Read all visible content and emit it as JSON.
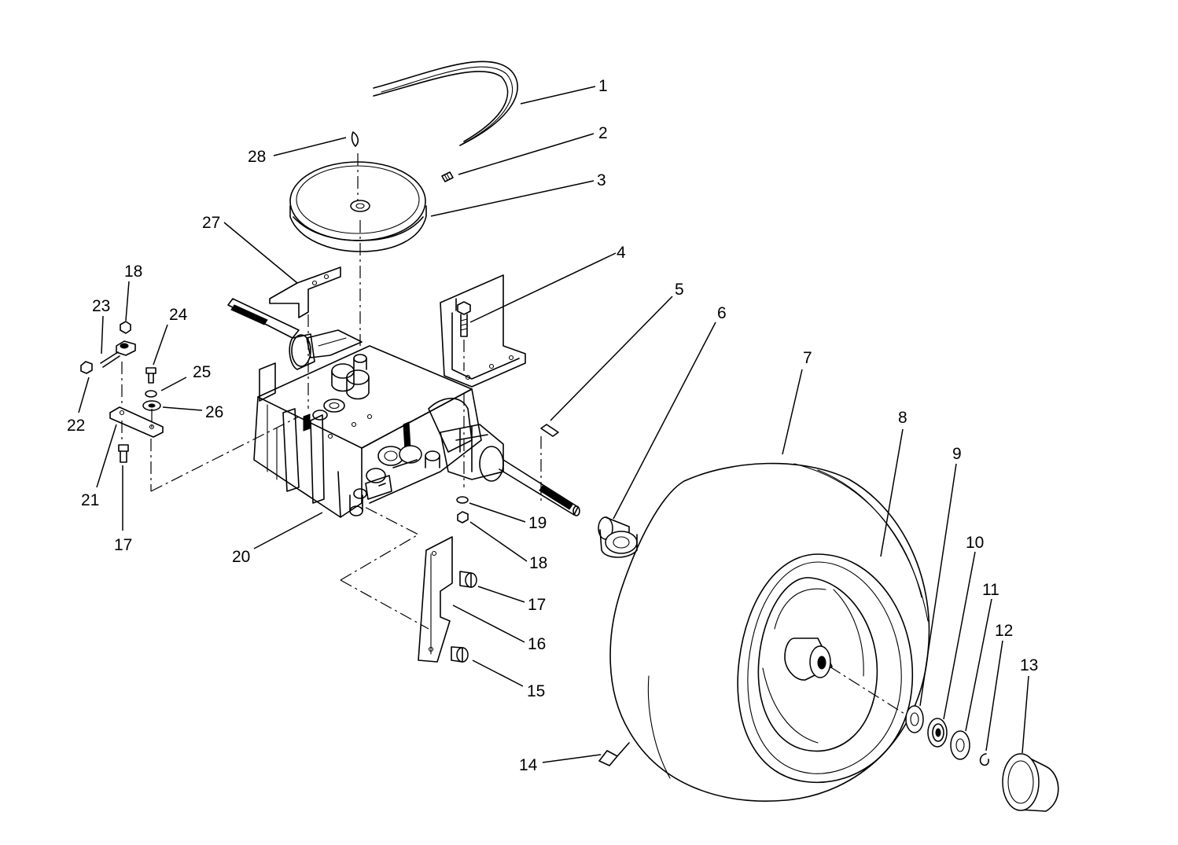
{
  "diagram": {
    "callouts": [
      {
        "id": "c1",
        "label": "1"
      },
      {
        "id": "c2",
        "label": "2"
      },
      {
        "id": "c3",
        "label": "3"
      },
      {
        "id": "c4",
        "label": "4"
      },
      {
        "id": "c5",
        "label": "5"
      },
      {
        "id": "c6",
        "label": "6"
      },
      {
        "id": "c7",
        "label": "7"
      },
      {
        "id": "c8",
        "label": "8"
      },
      {
        "id": "c9",
        "label": "9"
      },
      {
        "id": "c10",
        "label": "10"
      },
      {
        "id": "c11",
        "label": "11"
      },
      {
        "id": "c12",
        "label": "12"
      },
      {
        "id": "c13",
        "label": "13"
      },
      {
        "id": "c14",
        "label": "14"
      },
      {
        "id": "c15",
        "label": "15"
      },
      {
        "id": "c16",
        "label": "16"
      },
      {
        "id": "c17a",
        "label": "17"
      },
      {
        "id": "c17b",
        "label": "17"
      },
      {
        "id": "c18a",
        "label": "18"
      },
      {
        "id": "c18b",
        "label": "18"
      },
      {
        "id": "c19",
        "label": "19"
      },
      {
        "id": "c20",
        "label": "20"
      },
      {
        "id": "c21",
        "label": "21"
      },
      {
        "id": "c22",
        "label": "22"
      },
      {
        "id": "c23",
        "label": "23"
      },
      {
        "id": "c24",
        "label": "24"
      },
      {
        "id": "c25",
        "label": "25"
      },
      {
        "id": "c26",
        "label": "26"
      },
      {
        "id": "c27",
        "label": "27"
      },
      {
        "id": "c28",
        "label": "28"
      }
    ]
  }
}
